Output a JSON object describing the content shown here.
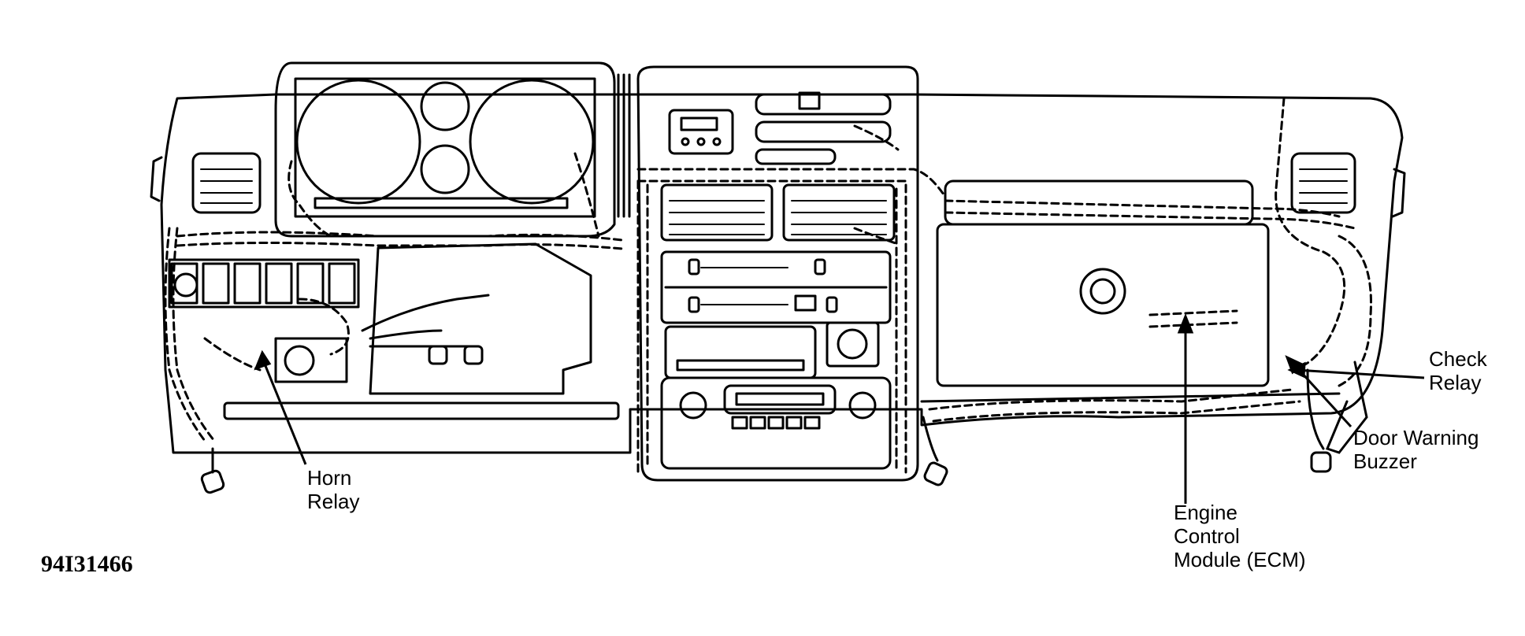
{
  "figure_id": "94I31466",
  "callouts": {
    "horn_relay": [
      "Horn",
      "Relay"
    ],
    "check_relay": [
      "Check",
      "Relay"
    ],
    "door_warning_buzzer": [
      "Door Warning",
      "Buzzer"
    ],
    "ecm": [
      "Engine",
      "Control",
      "Module (ECM)"
    ]
  }
}
